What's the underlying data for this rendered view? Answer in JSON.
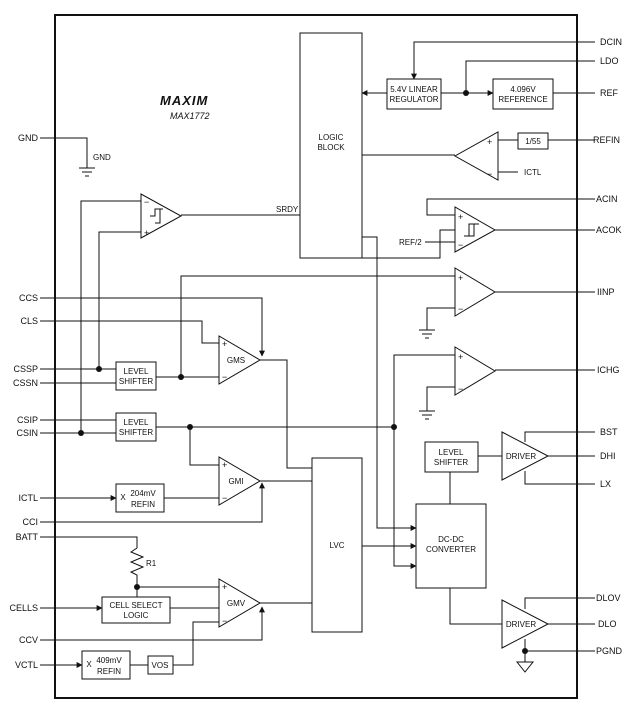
{
  "logo": "MAXIM",
  "part_number": "MAX1772",
  "pins_right": {
    "dcin": "DCIN",
    "ldo": "LDO",
    "ref": "REF",
    "refin": "REFIN",
    "acin": "ACIN",
    "acok": "ACOK",
    "iinp": "IINP",
    "ichg": "ICHG",
    "bst": "BST",
    "dhi": "DHI",
    "lx": "LX",
    "dlov": "DLOV",
    "dlo": "DLO",
    "pgnd": "PGND"
  },
  "pins_left": {
    "gnd": "GND",
    "ccs": "CCS",
    "cls": "CLS",
    "cssp": "CSSP",
    "cssn": "CSSN",
    "csip": "CSIP",
    "csin": "CSIN",
    "ictl": "ICTL",
    "cci": "CCI",
    "batt": "BATT",
    "cells": "CELLS",
    "ccv": "CCV",
    "vctl": "VCTL"
  },
  "internal_labels": {
    "gnd": "GND",
    "ictl": "ICTL",
    "ref2": "REF/2",
    "srdy": "SRDY",
    "r1": "R1"
  },
  "blocks": {
    "logic_block": [
      "LOGIC",
      "BLOCK"
    ],
    "linear_regulator": [
      "5.4V LINEAR",
      "REGULATOR"
    ],
    "reference": [
      "4.096V",
      "REFERENCE"
    ],
    "div55": "1/55",
    "gms": "GMS",
    "gmi": "GMI",
    "gmv": "GMV",
    "lvc": "LVC",
    "level_shifter_1": [
      "LEVEL",
      "SHIFTER"
    ],
    "level_shifter_2": [
      "LEVEL",
      "SHIFTER"
    ],
    "level_shifter_3": [
      "LEVEL",
      "SHIFTER"
    ],
    "mult_204": [
      "X",
      "204mV",
      "REFIN"
    ],
    "mult_409": [
      "X",
      "409mV",
      "REFIN"
    ],
    "vos": "VOS",
    "cell_select": [
      "CELL SELECT",
      "LOGIC"
    ],
    "dcdc": [
      "DC-DC",
      "CONVERTER"
    ],
    "driver_high": "DRIVER",
    "driver_low": "DRIVER"
  }
}
